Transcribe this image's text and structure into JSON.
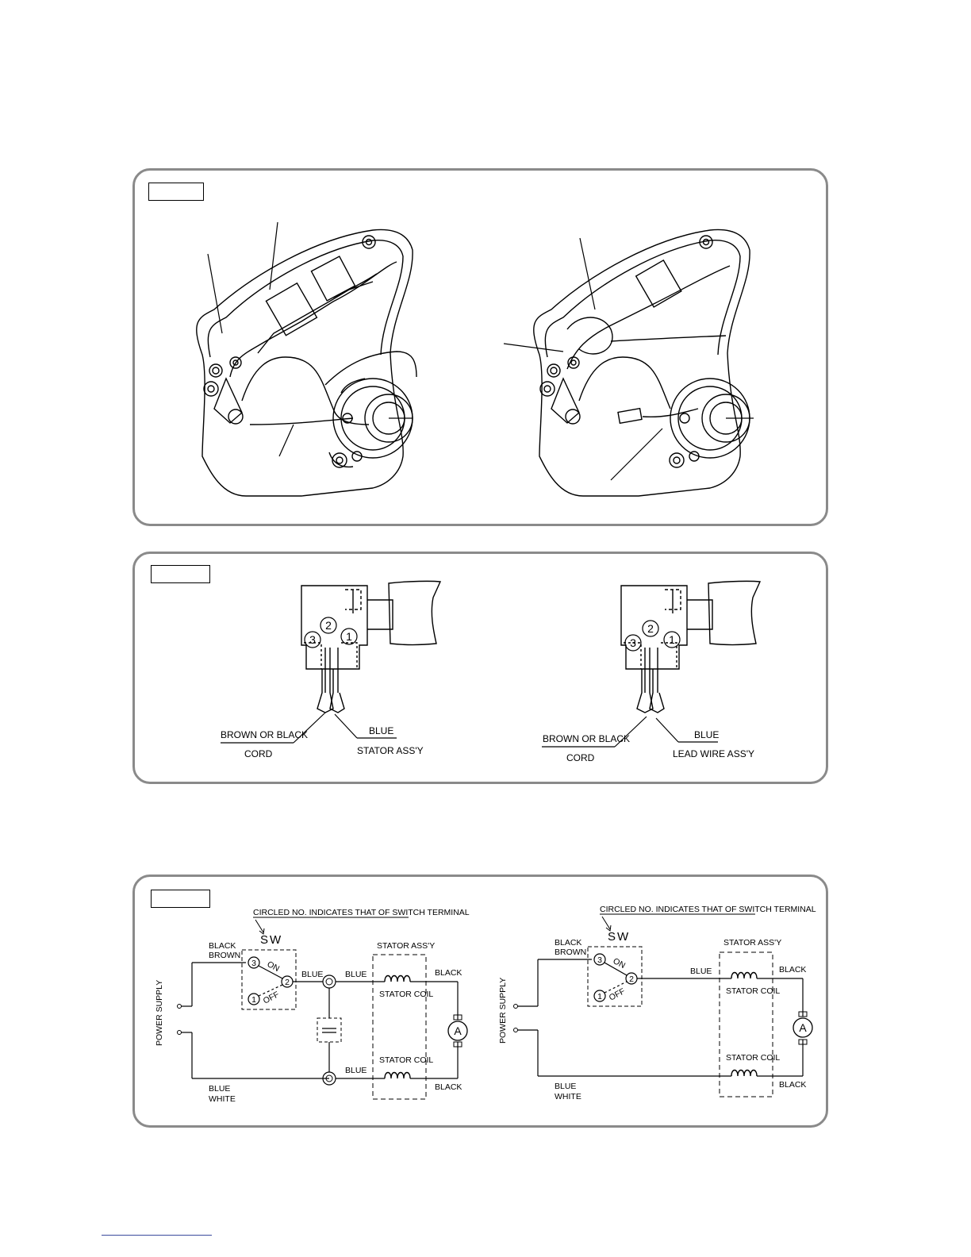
{
  "panel_1": {
    "figure_tab": ""
  },
  "panel_2": {
    "figure_tab": "",
    "left": {
      "terminals": [
        "3",
        "2",
        "1"
      ],
      "wire_left_label": "BROWN  OR  BLACK",
      "wire_left_sub": "CORD",
      "wire_right_label": "BLUE",
      "wire_right_sub": "STATOR ASS'Y"
    },
    "right": {
      "terminals": [
        "3",
        "2",
        "1"
      ],
      "wire_left_label": "BROWN  OR  BLACK",
      "wire_left_sub": "CORD",
      "wire_right_label": "BLUE",
      "wire_right_sub": "LEAD WIRE ASS'Y"
    }
  },
  "panel_3": {
    "figure_tab": "",
    "left": {
      "note": "CIRCLED NO. INDICATES THAT OF SWITCH TERMINAL",
      "switch_label": "SW",
      "power_supply": "POWER SUPPLY",
      "top_lead_1": "BLACK",
      "top_lead_2": "BROWN",
      "bottom_lead_1": "BLUE",
      "bottom_lead_2": "WHITE",
      "on_label": "ON",
      "off_label": "OFF",
      "terminal_3": "3",
      "terminal_2": "2",
      "terminal_1": "1",
      "wire_blue_1": "BLUE",
      "wire_blue_2": "BLUE",
      "wire_blue_3": "BLUE",
      "stator_assy": "STATOR ASS'Y",
      "stator_coil_top": "STATOR COIL",
      "stator_coil_bottom": "STATOR COIL",
      "black_top": "BLACK",
      "black_bottom": "BLACK",
      "armature": "A"
    },
    "right": {
      "note": "CIRCLED NO. INDICATES THAT OF SWITCH TERMINAL",
      "switch_label": "SW",
      "power_supply": "POWER SUPPLY",
      "top_lead_1": "BLACK",
      "top_lead_2": "BROWN",
      "bottom_lead_1": "BLUE",
      "bottom_lead_2": "WHITE",
      "on_label": "ON",
      "off_label": "OFF",
      "terminal_3": "3",
      "terminal_2": "2",
      "terminal_1": "1",
      "wire_blue": "BLUE",
      "stator_assy": "STATOR ASS'Y",
      "stator_coil_top": "STATOR COIL",
      "stator_coil_bottom": "STATOR COIL",
      "black_top": "BLACK",
      "black_bottom": "BLACK",
      "armature": "A"
    }
  }
}
